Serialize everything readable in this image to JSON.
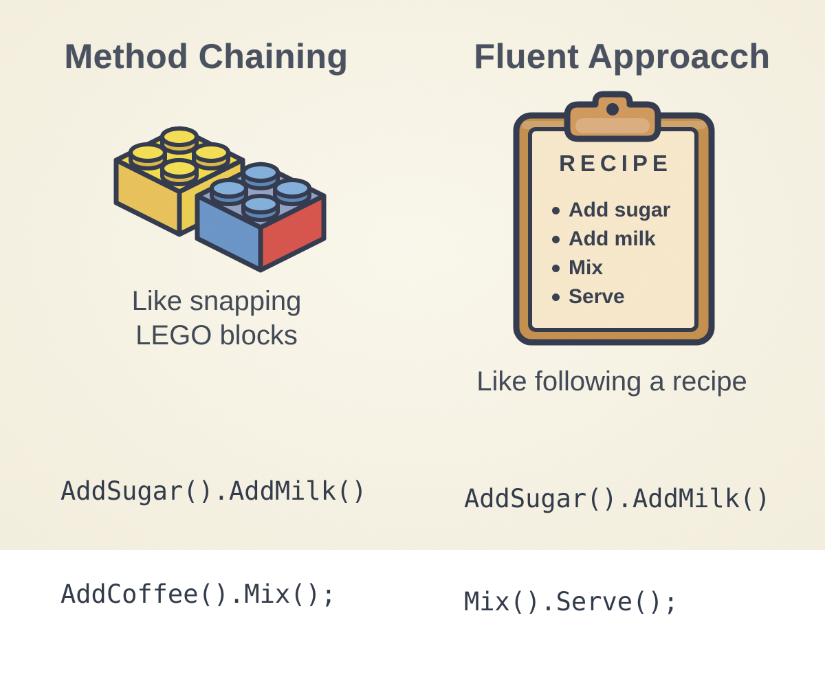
{
  "left_panel": {
    "title": "Method Chaining",
    "illustration": "lego-bricks-icon",
    "caption_lines": [
      "Like snapping",
      "LEGO blocks"
    ],
    "code_lines": [
      "AddSugar().AddMilk()",
      "AddCoffee().Mix();"
    ]
  },
  "right_panel": {
    "title": "Fluent Approacch",
    "illustration": "recipe-clipboard-icon",
    "clipboard": {
      "heading": "RECIPE",
      "items": [
        "Add sugar",
        "Add milk",
        "Mix",
        "Serve"
      ]
    },
    "caption": "Like following a recipe",
    "code_lines": [
      "AddSugar().AddMilk()",
      "Mix().Serve();"
    ]
  },
  "colors": {
    "bg": "#f9f4e3",
    "ink_title": "#4a5160",
    "ink_caption": "#414a57",
    "ink_code": "#333c4a",
    "ink_recipe": "#3a4150",
    "outline": "#353c4f",
    "lego_yellow_top": "#f2dc4d",
    "lego_yellow_left": "#e9c45c",
    "lego_yellow_right": "#eccf52",
    "lego_stud_yellow_top": "#f4df55",
    "lego_stud_yellow_side": "#dcb94b",
    "lego_blue_top": "#94a3c5",
    "lego_blue_left": "#6d96c9",
    "lego_red_right": "#d8564e",
    "lego_stud_blue_top": "#84b1dc",
    "lego_stud_blue_side": "#5e88b8",
    "clipboard_board": "#c5914f",
    "clipboard_clip": "#d29a5e",
    "clipboard_paper": "#f8e9cc"
  }
}
